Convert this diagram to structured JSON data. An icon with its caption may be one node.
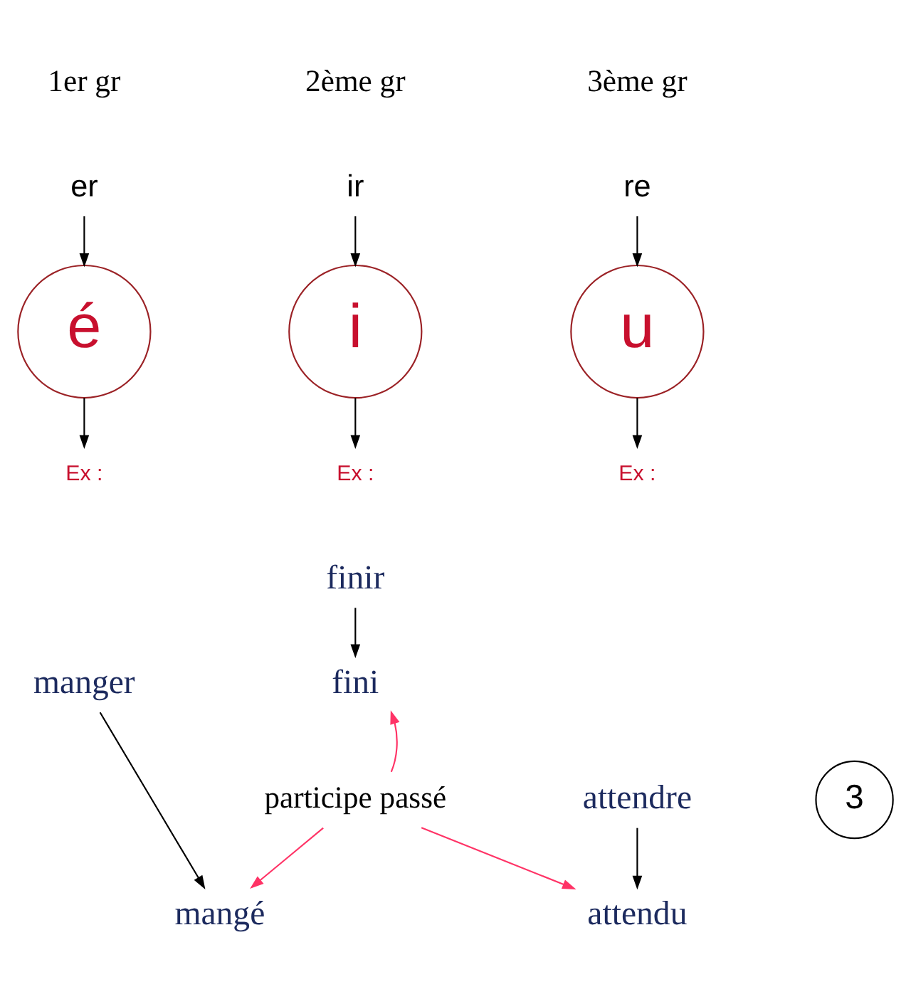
{
  "diagram": {
    "nodes": [
      {
        "text": [
          "er"
        ]
      },
      {
        "text": [
          "ir"
        ]
      },
      {
        "text": [
          "re"
        ]
      },
      {
        "text": [
          "é"
        ]
      },
      {
        "text": [
          "i"
        ]
      },
      {
        "text": [
          "u"
        ]
      },
      {
        "text": [
          "Ex :"
        ]
      },
      {
        "text": [
          "Ex :"
        ]
      },
      {
        "text": [
          "Ex :"
        ]
      },
      {
        "text": [
          "manger"
        ]
      },
      {
        "text": [
          "finir"
        ]
      },
      {
        "text": [
          "attendre"
        ]
      },
      {
        "text": [
          "mangé"
        ]
      },
      {
        "text": [
          "fini"
        ]
      },
      {
        "text": [
          "attendu"
        ]
      },
      {
        "text": [
          "participe passé"
        ]
      },
      {
        "text": [
          "3"
        ]
      }
    ],
    "edges": [
      {
        "from": 0,
        "to": 3,
        "arrow": "to"
      },
      {
        "from": 1,
        "to": 4,
        "arrow": "to"
      },
      {
        "from": 2,
        "to": 5,
        "arrow": "to"
      },
      {
        "from": 3,
        "to": 6,
        "arrow": "to"
      },
      {
        "from": 4,
        "to": 7,
        "arrow": "to"
      },
      {
        "from": 5,
        "to": 8,
        "arrow": "to"
      },
      {
        "from": 9,
        "to": 12,
        "arrow": "to"
      },
      {
        "from": 10,
        "to": 13,
        "arrow": "to"
      },
      {
        "from": 11,
        "to": 14,
        "arrow": "to"
      },
      {
        "from": 15,
        "to": 12,
        "arrow": "to",
        "color": "#ff3366"
      },
      {
        "from": 15,
        "to": 13,
        "arrow": "to",
        "color": "#ff3366"
      },
      {
        "from": 15,
        "to": 14,
        "arrow": "to",
        "color": "#ff3366"
      }
    ],
    "labels": [
      "1er gr",
      "2ème gr",
      "3ème gr"
    ]
  }
}
